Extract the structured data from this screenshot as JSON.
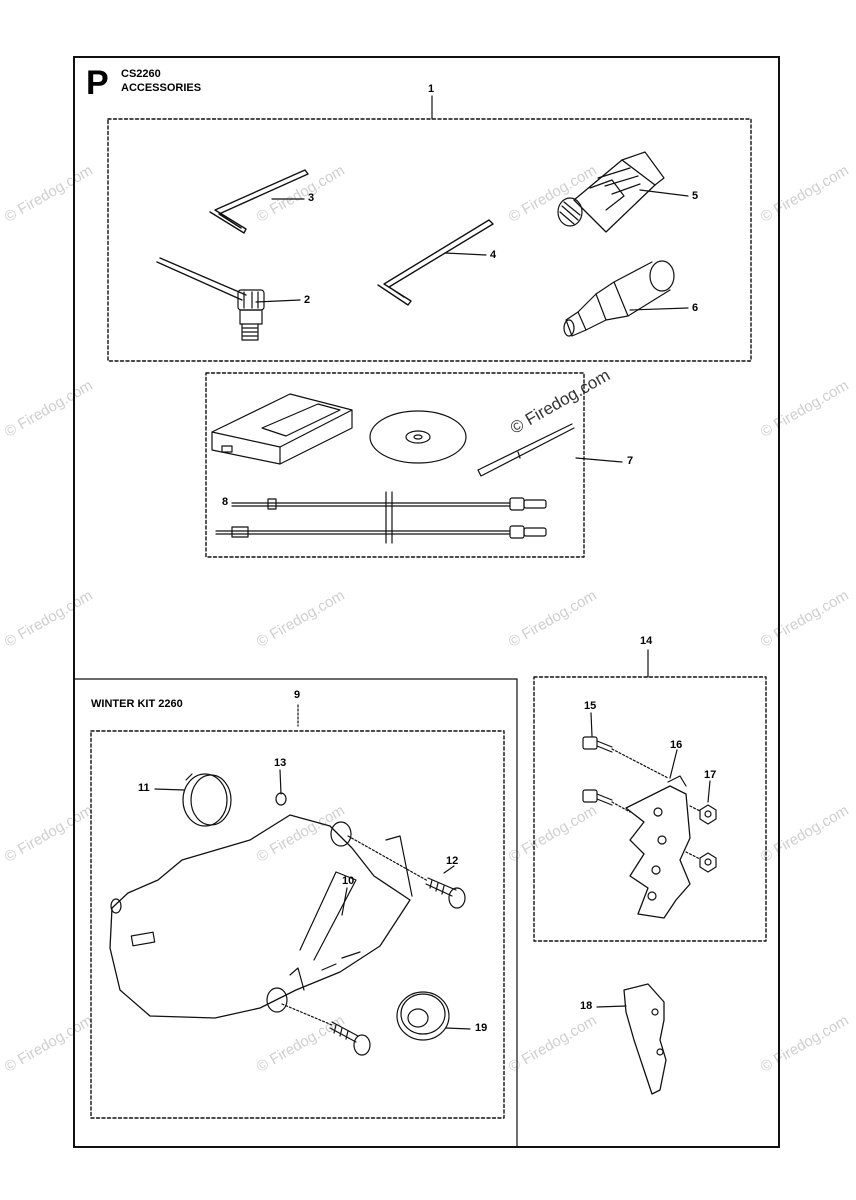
{
  "header": {
    "section_letter": "P",
    "model": "CS2260",
    "title": "ACCESSORIES"
  },
  "winter_kit": {
    "title": "WINTER KIT 2260"
  },
  "callouts": [
    "1",
    "2",
    "3",
    "4",
    "5",
    "6",
    "7",
    "8",
    "9",
    "10",
    "11",
    "12",
    "13",
    "14",
    "15",
    "16",
    "17",
    "18",
    "19"
  ],
  "watermark": {
    "text": "© Firedog.com"
  }
}
